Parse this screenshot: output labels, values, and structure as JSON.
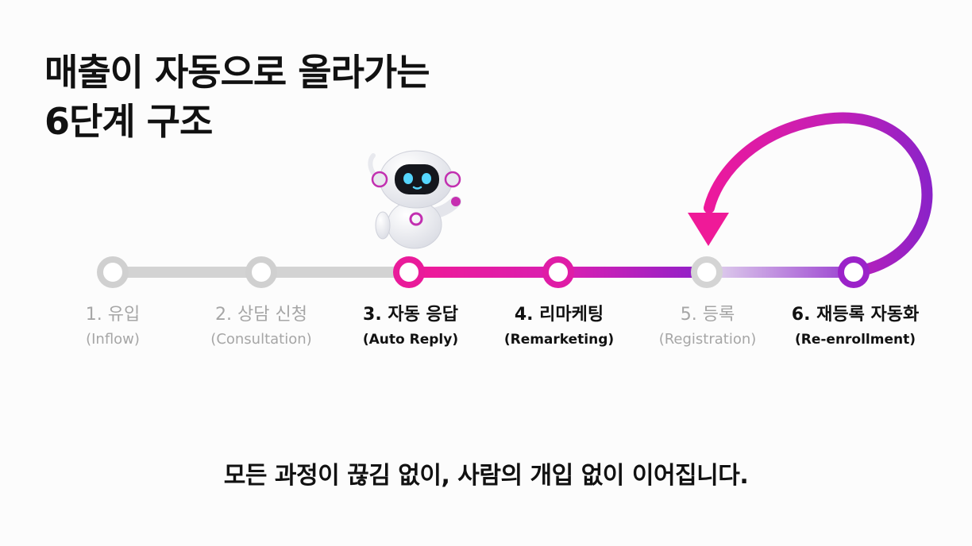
{
  "title": {
    "line1": "매출이 자동으로 올라가는",
    "line2": "6단계 구조"
  },
  "steps": [
    {
      "label": "1. 유입",
      "sub": "(Inflow)",
      "active": false
    },
    {
      "label": "2. 상담 신청",
      "sub": "(Consultation)",
      "active": false
    },
    {
      "label": "3. 자동 응답",
      "sub": "(Auto Reply)",
      "active": true
    },
    {
      "label": "4. 리마케팅",
      "sub": "(Remarketing)",
      "active": true
    },
    {
      "label": "5. 등록",
      "sub": "(Registration)",
      "active": false
    },
    {
      "label": "6. 재등록 자동화",
      "sub": "(Re-enrollment)",
      "active": true
    }
  ],
  "footer": "모든 과정이 끊김 없이, 사람의 개입 없이 이어집니다.",
  "colors": {
    "inactive_line": "#d3d3d3",
    "magenta": "#ee1c9b",
    "purple": "#8a22c8",
    "text_muted": "#a6a6a6",
    "text_dark": "#111111"
  },
  "icons": {
    "mascot": "robot-mascot-icon",
    "loop_arrow": "loop-arrow-icon"
  }
}
